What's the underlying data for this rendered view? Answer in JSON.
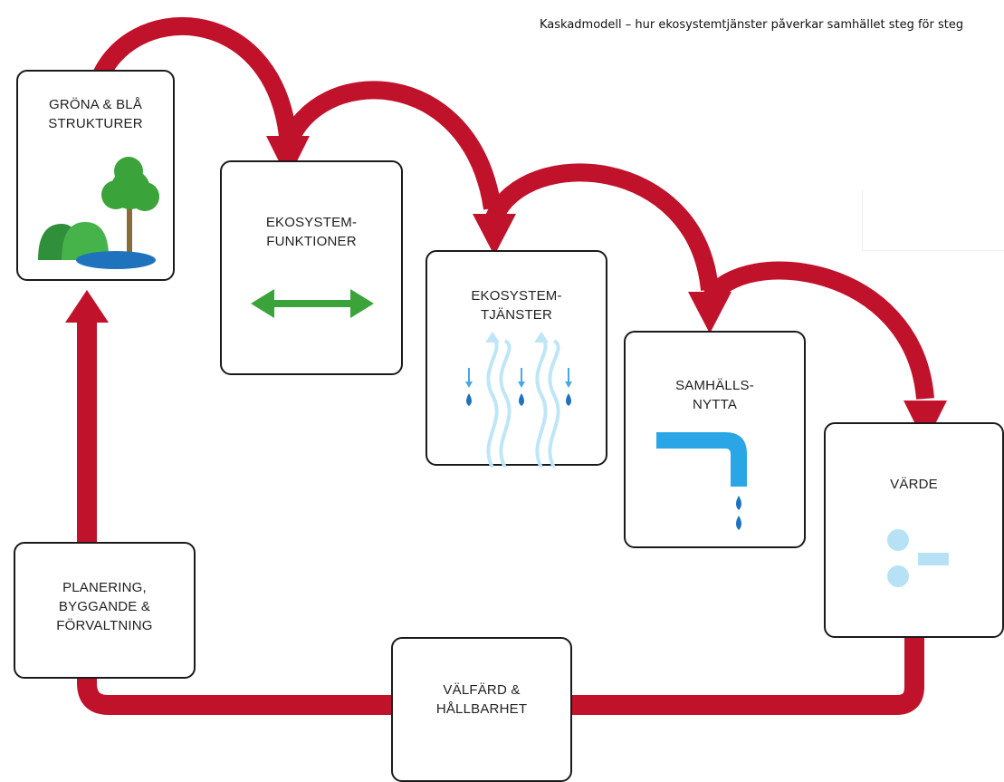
{
  "caption": "Kaskadmodell – hur ekosystemtjänster påverkar samhället steg för steg",
  "colors": {
    "arrow": "#c0122b",
    "green": "#3aa33a",
    "water": "#1f73bd",
    "light_blue": "#8fd0f0",
    "border": "#1a1a1a"
  },
  "boxes": {
    "grona_bla": {
      "label": "GRÖNA & BLÅ\nSTRUKTURER",
      "icon": "tree-lake-icon"
    },
    "ekosystemfunktioner": {
      "label": "EKOSYSTEM-\nFUNKTIONER",
      "icon": "double-arrow-icon"
    },
    "ekosystemtjanster": {
      "label": "EKOSYSTEM-\nTJÄNSTER",
      "icon": "water-flow-icon"
    },
    "samhallsnytta": {
      "label": "SAMHÄLLS-\nNYTTA",
      "icon": "faucet-icon"
    },
    "varde": {
      "label": "VÄRDE",
      "icon": "value-icon"
    },
    "valfard": {
      "label": "VÄLFÄRD &\nHÅLLBARHET",
      "icon": ""
    },
    "planering": {
      "label": "PLANERING,\nBYGGANDE &\nFÖRVALTNING",
      "icon": ""
    }
  }
}
